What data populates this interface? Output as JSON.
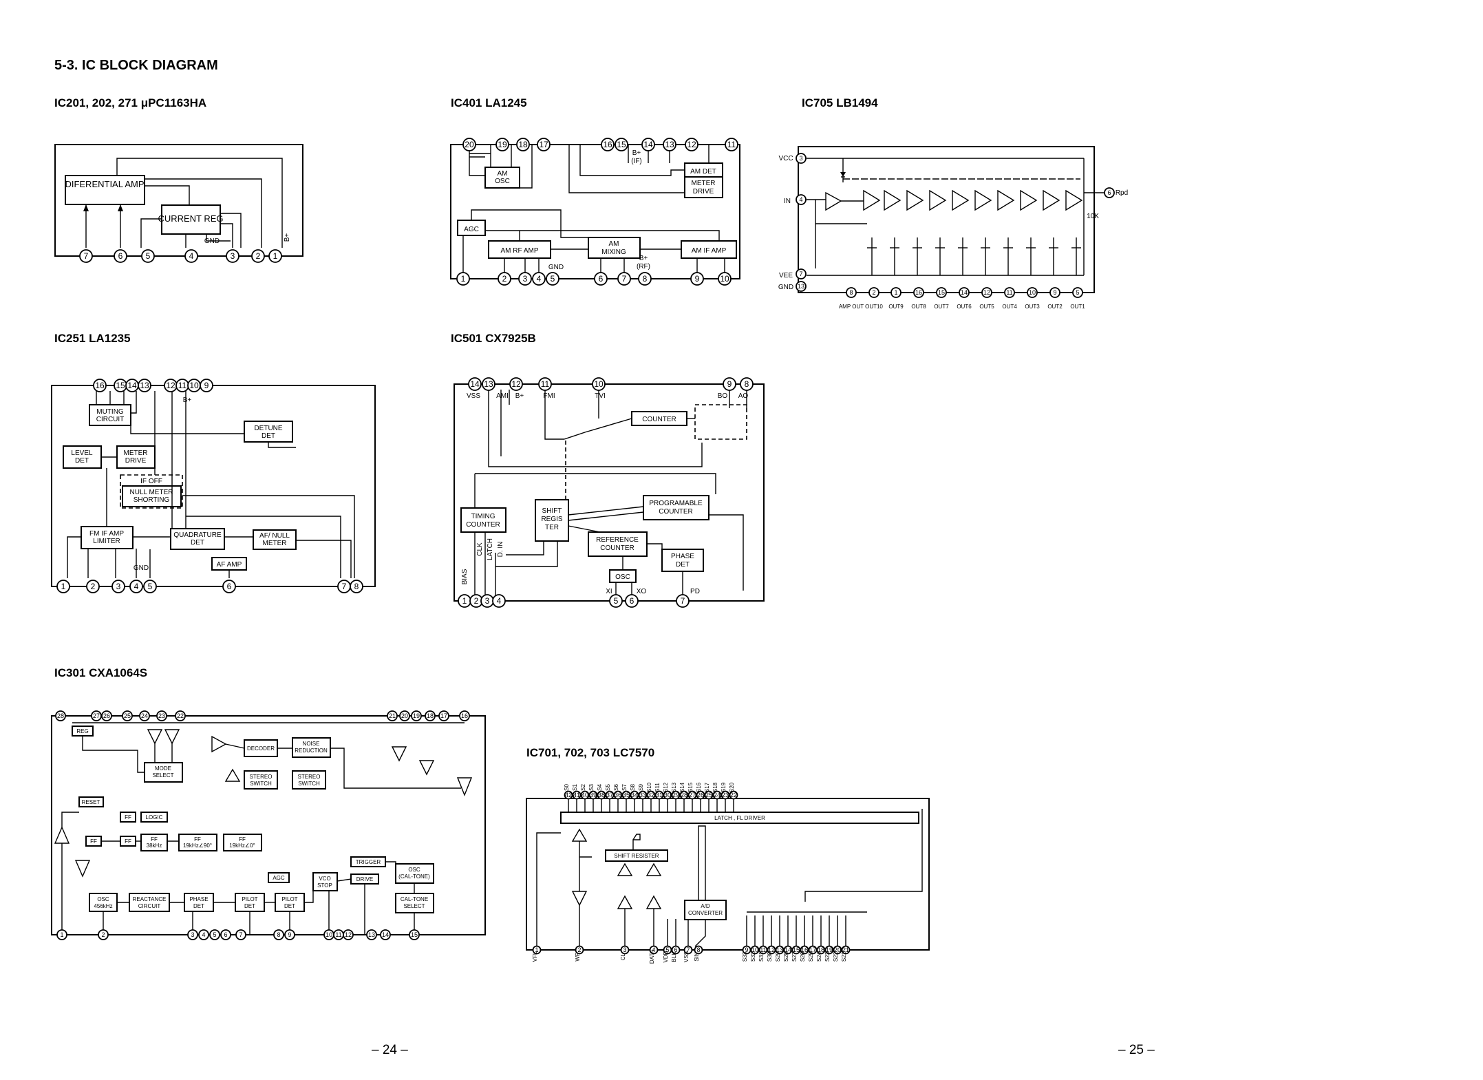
{
  "section_title": "5-3. IC BLOCK DIAGRAM",
  "pages": [
    "– 24 –",
    "– 25 –"
  ],
  "diagrams": {
    "ic201": {
      "title": "IC201, 202, 271 μPC1163HA",
      "blocks": [
        "DIFERENTIAL AMP",
        "CURRENT REG"
      ],
      "labels": {
        "gnd": "GND",
        "bplus": "B+"
      },
      "pins": [
        "7",
        "6",
        "5",
        "4",
        "3",
        "2",
        "1"
      ]
    },
    "ic401": {
      "title": "IC401  LA1245",
      "blocks": [
        "AM OSC",
        "AM DET",
        "METER DRIVE",
        "AGC",
        "AM RF AMP",
        "AM MIXING",
        "AM IF AMP"
      ],
      "labels": {
        "bif": "B+ (IF)",
        "brf": "B+ (RF)",
        "gnd": "GND"
      },
      "top_pins": [
        "20",
        "19",
        "18",
        "17",
        "16",
        "15",
        "14",
        "13",
        "12",
        "11"
      ],
      "bottom_pins": [
        "1",
        "2",
        "3",
        "4",
        "5",
        "6",
        "7",
        "8",
        "9",
        "10"
      ]
    },
    "ic705": {
      "title": "IC705  LB1494",
      "labels": {
        "vcc": "VCC",
        "in": "IN",
        "vee": "VEE",
        "gnd": "GND",
        "rpd": "Rpd",
        "r10k": "10K"
      },
      "left_pins": [
        "3",
        "4",
        "7",
        "13"
      ],
      "right_pin": "6",
      "bottom_pins": [
        "8",
        "2",
        "1",
        "16",
        "15",
        "14",
        "12",
        "11",
        "10",
        "9",
        "5"
      ],
      "out_labels": [
        "AMP OUT",
        "OUT10",
        "OUT9",
        "OUT8",
        "OUT7",
        "OUT6",
        "OUT5",
        "OUT4",
        "OUT3",
        "OUT2",
        "OUT1"
      ]
    },
    "ic251": {
      "title": "IC251  LA1235",
      "blocks": [
        "MUTING CIRCUIT",
        "DETUNE DET",
        "LEVEL DET",
        "METER DRIVE",
        "IF OFF",
        "NULL METER SHORTING",
        "FM IF AMP LIMITER",
        "QUADRATURE DET",
        "AF/ NULL METER",
        "AF AMP"
      ],
      "labels": {
        "bplus": "B+",
        "gnd": "GND"
      },
      "top_pins": [
        "16",
        "15",
        "14",
        "13",
        "12",
        "11",
        "10",
        "9"
      ],
      "bottom_pins": [
        "1",
        "2",
        "3",
        "4",
        "5",
        "6",
        "7",
        "8"
      ]
    },
    "ic501": {
      "title": "IC501  CX7925B",
      "blocks": [
        "COUNTER",
        "TIMING COUNTER",
        "SHIFT REGIS TER",
        "PROGRAMABLE COUNTER",
        "REFERENCE COUNTER",
        "PHASE DET",
        "OSC"
      ],
      "labels": {
        "vss": "VSS",
        "ami": "AMI",
        "bplus": "B+",
        "fmi": "FMI",
        "tvi": "TVI",
        "bo": "BO",
        "ao": "AO",
        "bias": "BIAS",
        "clk": "CLK",
        "latch": "LATCH",
        "din": "D. IN",
        "xi": "XI",
        "xo": "XO",
        "pd": "PD"
      },
      "top_pins": [
        "14",
        "13",
        "12",
        "11",
        "10",
        "9",
        "8"
      ],
      "bottom_pins": [
        "1",
        "2",
        "3",
        "4",
        "5",
        "6",
        "7"
      ]
    },
    "ic301": {
      "title": "IC301 CXA1064S",
      "blocks": [
        "REG",
        "DECODER",
        "NOISE REDUCTION",
        "MODE SELECT",
        "STEREO SWITCH",
        "STEREO SWITCH",
        "RESET",
        "FF",
        "LOGIC",
        "FF",
        "FF",
        "FF 38kHz",
        "FF 19kHz∠90°",
        "FF 19kHz∠0°",
        "TRIGGER",
        "AGC",
        "VCO STOP",
        "DRIVE",
        "OSC (CAL-TONE)",
        "OSC 456kHz",
        "REACTANCE CIRCUIT",
        "PHASE DET",
        "PILOT DET",
        "PILOT DET",
        "CAL-TONE SELECT"
      ],
      "top_pins": [
        "28",
        "27",
        "26",
        "25",
        "24",
        "23",
        "22",
        "21",
        "20",
        "19",
        "18",
        "17",
        "16"
      ],
      "bottom_pins": [
        "1",
        "2",
        "3",
        "4",
        "5",
        "6",
        "7",
        "8",
        "9",
        "10",
        "11",
        "12",
        "13",
        "14",
        "15"
      ]
    },
    "ic701": {
      "title": "IC701, 702, 703  LC7570",
      "blocks": [
        "LATCH , FL DRIVER",
        "SHIFT RESISTER",
        "A/D CONVERTER"
      ],
      "top_pins": [
        "42",
        "41",
        "40",
        "39",
        "38",
        "37",
        "36",
        "35",
        "34",
        "33",
        "32",
        "31",
        "30",
        "29",
        "28",
        "27",
        "26",
        "25",
        "24",
        "23",
        "22"
      ],
      "top_labels": [
        "S0",
        "S1",
        "S2",
        "S3",
        "S4",
        "S5",
        "S6",
        "S7",
        "S8",
        "S9",
        "S10",
        "S11",
        "S12",
        "S13",
        "S14",
        "S15",
        "S16",
        "S17",
        "S18",
        "S19",
        "S20"
      ],
      "bottom_pins": [
        "1",
        "2",
        "3",
        "4",
        "5",
        "6",
        "7",
        "8",
        "9",
        "10",
        "11",
        "12",
        "13",
        "14",
        "15",
        "16",
        "17",
        "18",
        "19",
        "20",
        "21"
      ],
      "bottom_labels": [
        "VFL",
        "WR",
        "CL",
        "DATA",
        "VDD",
        "BLK",
        "VSS",
        "SIN",
        "S33",
        "S32",
        "S31",
        "S30",
        "S29",
        "S28",
        "S27",
        "S26",
        "S25",
        "S24",
        "S23",
        "S22",
        "S21"
      ]
    }
  }
}
